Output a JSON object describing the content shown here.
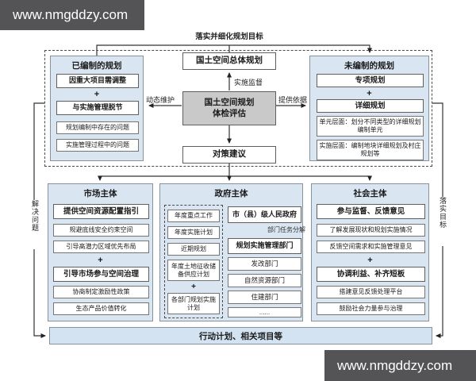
{
  "watermarks": {
    "top_left": "www.nmgddzy.com",
    "bottom_right": "www.nmgddzy.com"
  },
  "flow_labels": {
    "top_goal": "落实并细化规划目标",
    "supervision": "实施监督",
    "maintain": "动态维护",
    "basis": "提供依据",
    "task_split": "部门任务分解",
    "solve_problem": "解决问题",
    "implement_goal": "落实目标"
  },
  "center": {
    "master_plan": "国土空间总体规划",
    "evaluation_line1": "国土空间规划",
    "evaluation_line2": "体检评估",
    "countermeasure": "对策建议"
  },
  "compiled_panel": {
    "title": "已编制的规划",
    "items": [
      "因重大项目需调整",
      "+",
      "与实施管理脱节",
      "规划编制中存在的问题",
      "实施管理过程中的问题"
    ]
  },
  "uncompiled_panel": {
    "title": "未编制的规划",
    "items": [
      "专项规划",
      "+",
      "详细规划",
      "单元层面：划分不同类型的详细规划编制单元",
      "实施层面：编制地块详细规划及村庄规划等"
    ]
  },
  "market_panel": {
    "title": "市场主体",
    "items": [
      "提供空间资源配置指引",
      "规避底线安全约束空间",
      "引导高潜力区域优先布局",
      "+",
      "引导市场参与空间治理",
      "协商制定激励性政策",
      "生态产品价值转化"
    ]
  },
  "gov_panel": {
    "title": "政府主体",
    "plans": [
      "年度重点工作",
      "年度实施计划",
      "近期规划",
      "年度土地征收储备供应计划",
      "+",
      "各部门规划实施计划"
    ],
    "government": "市（县）级人民政府",
    "mgmt_dept": "规划实施管理部门",
    "depts": [
      "发改部门",
      "自然资源部门",
      "住建部门",
      "......"
    ]
  },
  "society_panel": {
    "title": "社会主体",
    "items": [
      "参与监督、反馈意见",
      "了解发展现状和规划实施情况",
      "反馈空间需求和实施管理意见",
      "+",
      "协调利益、补齐短板",
      "搭建意见反馈处理平台",
      "鼓励社会力量参与治理"
    ]
  },
  "banner": {
    "label": "行动计划、相关项目等"
  },
  "colors": {
    "panel_bg": "#d9e6f2",
    "banner_bg": "#d3e3f1",
    "evaluation_bg": "#c9c9c9",
    "watermark_bg": "#545456",
    "line": "#333333"
  }
}
